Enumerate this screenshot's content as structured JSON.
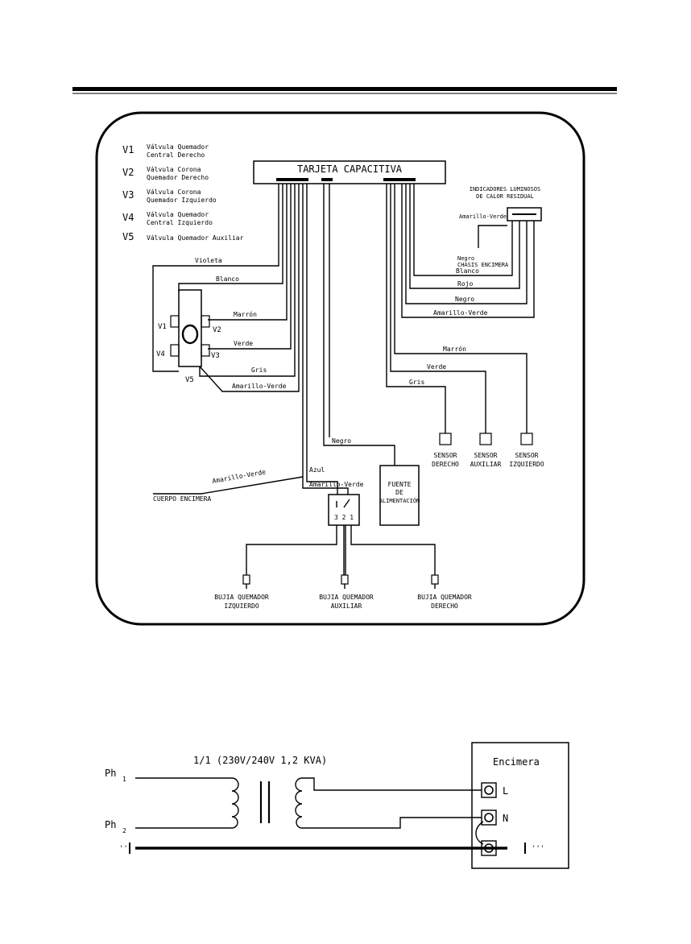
{
  "diagram": {
    "legend": [
      {
        "code": "V1",
        "line1": "Válvula Quemador",
        "line2": "Central Derecho"
      },
      {
        "code": "V2",
        "line1": "Válvula Corona",
        "line2": "Quemador Derecho"
      },
      {
        "code": "V3",
        "line1": "Válvula Corona",
        "line2": "Quemador Izquierdo"
      },
      {
        "code": "V4",
        "line1": "Válvula Quemador",
        "line2": "Central Izquierdo"
      },
      {
        "code": "V5",
        "line1": "Válvula Quemador Auxiliar",
        "line2": ""
      }
    ],
    "board_title": "TARJETA CAPACITIVA",
    "indicators_title": [
      "INDICADORES LUMINOSOS",
      "DE CALOR RESIDUAL"
    ],
    "indicators_ground": "Amarillo-Verde",
    "indicators_wire": [
      "Negro",
      "CHASIS ENCIMERA"
    ],
    "wires_right": {
      "blanco": "Blanco",
      "rojo": "Rojo",
      "negro": "Negro",
      "amarillo_verde": "Amarillo-Verde"
    },
    "wires_left": {
      "violeta": "Violeta",
      "blanco": "Blanco",
      "marron": "Marrón",
      "verde": "Verde",
      "gris": "Gris",
      "amarillo_verde": "Amarillo-Verde"
    },
    "valve_labels": {
      "v1": "V1",
      "v2": "V2",
      "v3": "V3",
      "v4": "V4",
      "v5": "V5"
    },
    "sensor_wires": {
      "marron": "Marrón",
      "verde": "Verde",
      "gris": "Gris"
    },
    "sensors": [
      {
        "line1": "SENSOR",
        "line2": "DERECHO"
      },
      {
        "line1": "SENSOR",
        "line2": "AUXILIAR"
      },
      {
        "line1": "SENSOR",
        "line2": "IZQUIERDO"
      }
    ],
    "power_wire": "Negro",
    "power_supply": [
      "FUENTE",
      "DE",
      "ALIMENTACIÓN"
    ],
    "ground_body_wire": "Amarillo-Verde",
    "ground_body": "CUERPO ENCIMERA",
    "spark_wires": {
      "azul": "Azul",
      "amarillo_verde": "Amarillo-Verde"
    },
    "spark_pins": "3 2 1",
    "plugs": [
      {
        "line1": "BUJIA QUEMADOR",
        "line2": "IZQUIERDO"
      },
      {
        "line1": "BUJIA QUEMADOR",
        "line2": "AUXILIAR"
      },
      {
        "line1": "BUJIA QUEMADOR",
        "line2": "DERECHO"
      }
    ]
  },
  "transformer": {
    "title": "1/1 (230V/240V 1,2 KVA)",
    "ph1": "Ph",
    "ph1_sub": "1",
    "ph2": "Ph",
    "ph2_sub": "2",
    "box_title": "Encimera",
    "terminal_l": "L",
    "terminal_n": "N"
  }
}
